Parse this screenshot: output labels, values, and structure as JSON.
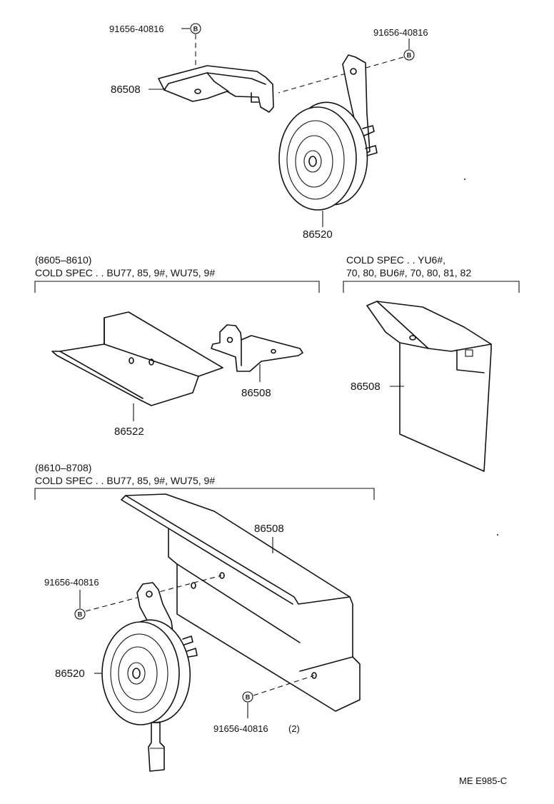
{
  "top": {
    "bolt1_label": "91656-40816",
    "bolt2_label": "91656-40816",
    "bracket_label": "86508",
    "horn_label": "86520",
    "marker": "B"
  },
  "section_a": {
    "date_range": "(8605–8610)",
    "spec": "COLD SPEC . . BU77, 85, 9#, WU75, 9#",
    "part_plate_label": "86522",
    "part_bracket_label": "86508"
  },
  "section_b": {
    "spec_line1": "COLD SPEC . . YU6#,",
    "spec_line2": "70, 80, BU6#, 70, 80, 81, 82",
    "part_bracket_label": "86508"
  },
  "section_c": {
    "date_range": "(8610–8708)",
    "spec": "COLD SPEC . . BU77, 85, 9#, WU75, 9#",
    "bracket_label": "86508",
    "bolt1_label": "91656-40816",
    "horn_label": "86520",
    "bolt2_label": "91656-40816",
    "bolt2_qty": "(2)",
    "marker": "B"
  },
  "footer": {
    "code": "ME E985-C"
  }
}
